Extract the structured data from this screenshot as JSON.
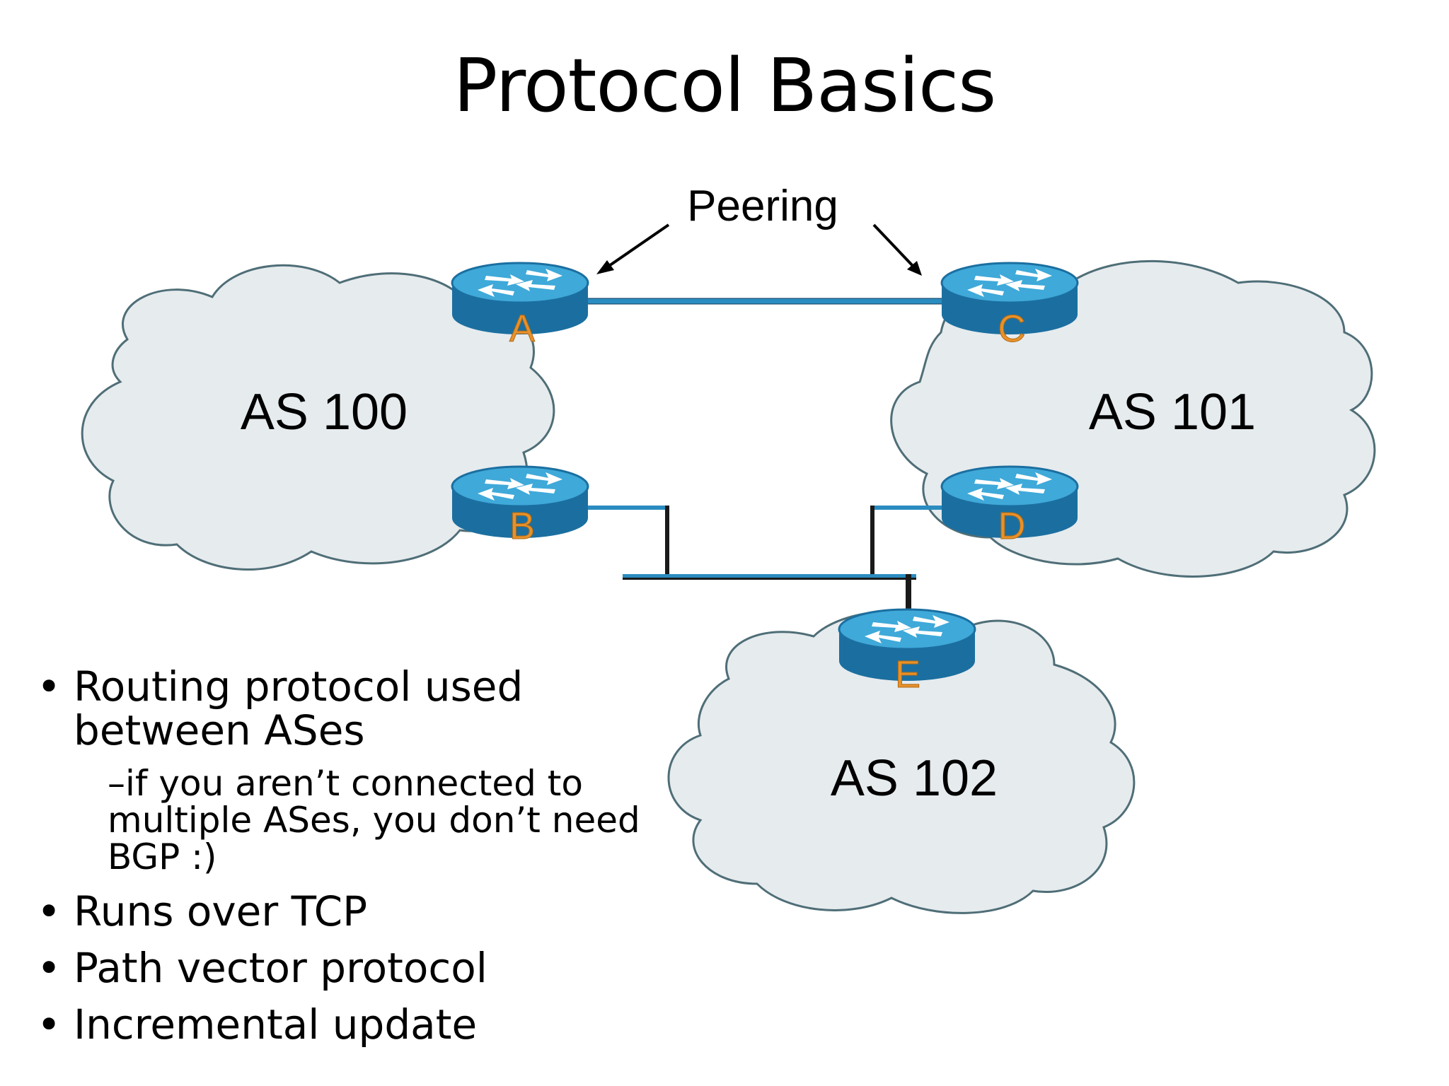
{
  "slide": {
    "title": "Protocol Basics",
    "peering_label": "Peering"
  },
  "clouds": [
    {
      "label": "AS 100"
    },
    {
      "label": "AS 101"
    },
    {
      "label": "AS 102"
    }
  ],
  "routers": [
    {
      "label": "A"
    },
    {
      "label": "B"
    },
    {
      "label": "C"
    },
    {
      "label": "D"
    },
    {
      "label": "E"
    }
  ],
  "bullets": [
    {
      "text": "Routing protocol used between ASes",
      "sub": "–if you aren’t connected to multiple ASes, you don’t need BGP :)"
    },
    {
      "text": "Runs over TCP"
    },
    {
      "text": "Path vector protocol"
    },
    {
      "text": "Incremental update"
    }
  ],
  "colors": {
    "cloud_fill": "#e6ebee",
    "cloud_stroke": "#4f6e77",
    "router_top": "#3fa9d9",
    "router_side": "#1b6fa0",
    "router_label": "#e8912a",
    "link_blue": "#2a8cc0",
    "link_dark": "#1a1a1a"
  }
}
